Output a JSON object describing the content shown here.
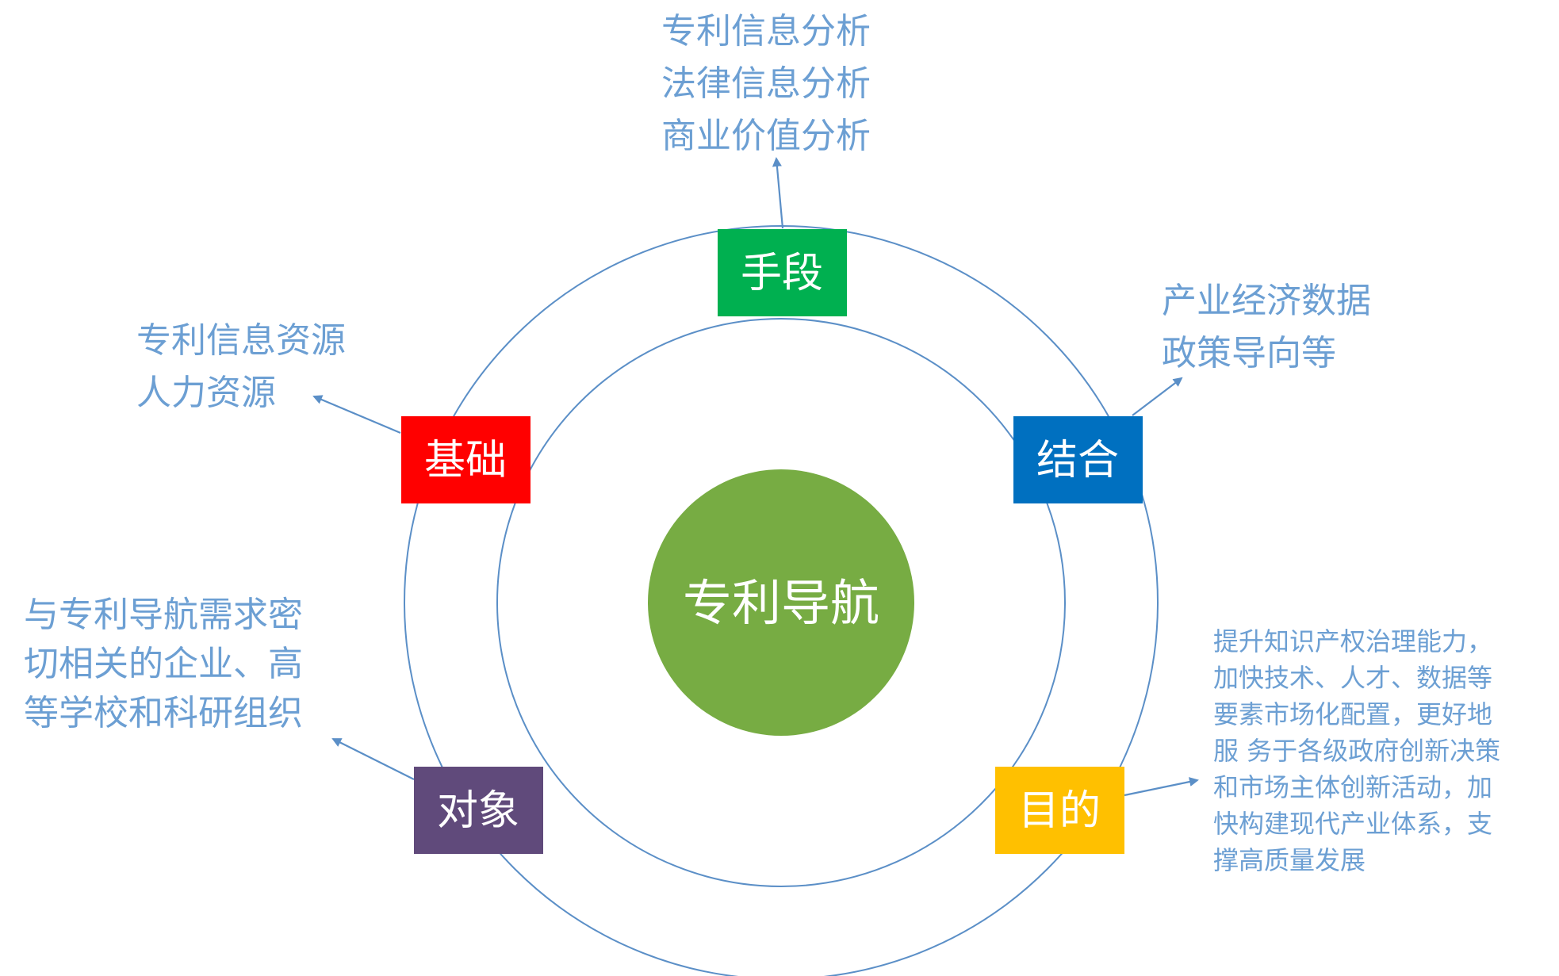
{
  "center": {
    "label": "专利导航",
    "color": "#77ac43"
  },
  "ring_color": "#5b8fc7",
  "note_color": "#6c9fd3",
  "nodes": {
    "means": {
      "label": "手段",
      "color": "#00b050",
      "note": [
        "专利信息分析",
        "法律信息分析",
        "商业价值分析"
      ]
    },
    "combination": {
      "label": "结合",
      "color": "#0070c0",
      "note": [
        "产业经济数据",
        "政策导向等"
      ]
    },
    "purpose": {
      "label": "目的",
      "color": "#ffc000",
      "note": [
        "提升知识产权治理能力，",
        "加快技术、人才、数据等",
        "要素市场化配置，更好地",
        "服 务于各级政府创新决策",
        "和市场主体创新活动，加",
        "快构建现代产业体系，支",
        "撑高质量发展"
      ]
    },
    "target": {
      "label": "对象",
      "color": "#604a7b",
      "note": [
        "与专利导航需求密",
        "切相关的企业、高",
        "等学校和科研组织"
      ]
    },
    "foundation": {
      "label": "基础",
      "color": "#ff0000",
      "note": [
        "专利信息资源",
        "人力资源"
      ]
    }
  }
}
